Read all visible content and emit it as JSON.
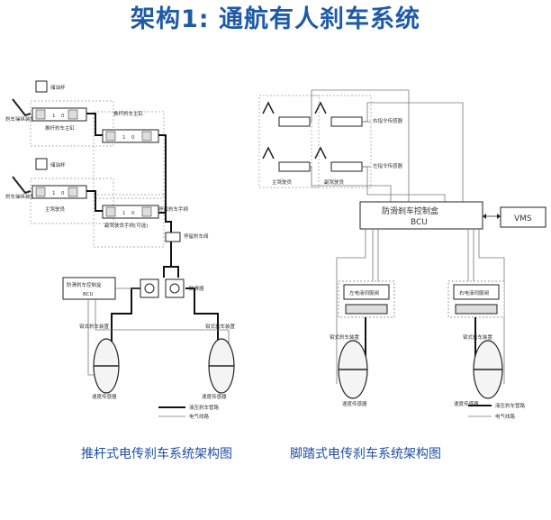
{
  "title": "架构1: 通航有人刹车系统",
  "left_diagram": {
    "caption": "推杆式电传刹车系统架构图",
    "labels": {
      "reservoir": "储油杯",
      "brake_pedal": "刹车操纵装置",
      "pilot_master": "推杆刹车主缸",
      "main_pilot": "主驾驶员",
      "parking_master": "推杆刹车主缸",
      "co_pilot": "副驾驶员",
      "hand_brake": "副驾驶员手柄(可选)",
      "parking_valve": "停留刹车手柄",
      "park_brake": "停留刹车阀",
      "bcu": "防滑刹车控制盒 BCU",
      "antiskid_valve": "防滑器",
      "wheel_brake_left": "钳式刹车装置",
      "wheel_brake_right": "钳式刹车装置",
      "speed_sensor_left": "速度传感器",
      "speed_sensor_right": "速度传感器",
      "legend_hydraulic": "液压刹车管路",
      "legend_electric": "电气线路"
    }
  },
  "right_diagram": {
    "caption": "脚踏式电传刹车系统架构图",
    "labels": {
      "right_sensor": "右指令传感器",
      "left_sensor": "左指令传感器",
      "main_pedal": "主驾驶员",
      "co_pedal": "副驾驶员",
      "bcu_title": "防滑刹车控制盒",
      "bcu_code": "BCU",
      "vms": "VMS",
      "ehv_left": "左电液伺服阀",
      "ehv_right": "右电液伺服阀",
      "wheel_brake_left": "钳式刹车装置",
      "wheel_brake_right": "钳式刹车装置",
      "speed_sensor_left": "速度传感器",
      "speed_sensor_right": "速度传感器",
      "legend_hydraulic": "液压刹车管路",
      "legend_electric": "电气线路"
    }
  },
  "colors": {
    "title": "#1f5aa6",
    "caption": "#1f4fa0",
    "hydraulic_line": "#111111",
    "electric_line": "#777777"
  }
}
